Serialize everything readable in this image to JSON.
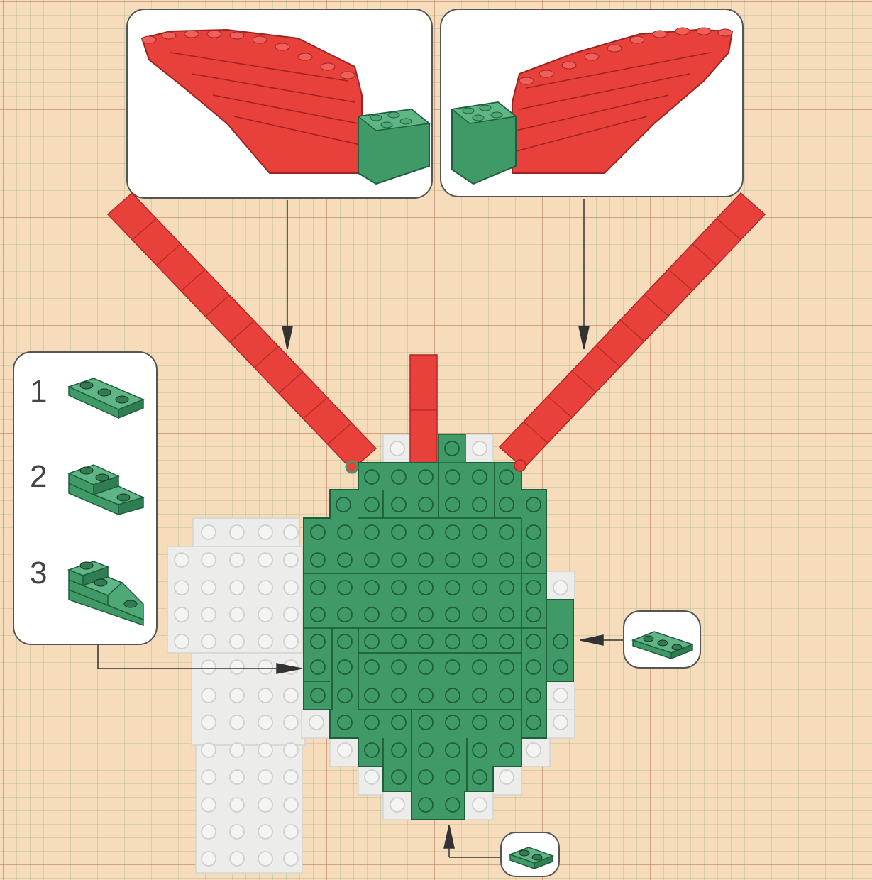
{
  "colors": {
    "background": "#f7dcbc",
    "brick_green": "#3f9a68",
    "brick_green_dark": "#1f5e3c",
    "brick_red": "#e8413c",
    "brick_red_dark": "#b32723",
    "brick_white": "#ececea",
    "panel_bg": "#ffffff",
    "arrow": "#333333"
  },
  "steps": [
    {
      "number": "1",
      "icon": "brick-1x3-icon"
    },
    {
      "number": "2",
      "icon": "brick-stair-2-icon"
    },
    {
      "number": "3",
      "icon": "brick-stair-3-icon"
    }
  ],
  "callouts": {
    "left_wing": "red-wing-left-assembly-icon",
    "right_wing": "red-wing-right-assembly-icon",
    "side_brick": "plate-1x3-green-icon",
    "bottom_brick": "plate-1x2-green-icon"
  }
}
